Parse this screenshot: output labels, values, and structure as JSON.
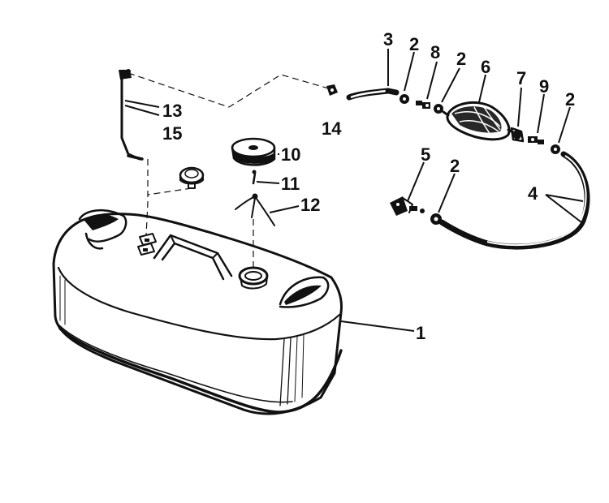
{
  "diagram": {
    "callouts": [
      {
        "id": "c1",
        "label": "1"
      },
      {
        "id": "c2a",
        "label": "2"
      },
      {
        "id": "c2b",
        "label": "2"
      },
      {
        "id": "c2c",
        "label": "2"
      },
      {
        "id": "c2d",
        "label": "2"
      },
      {
        "id": "c3",
        "label": "3"
      },
      {
        "id": "c4",
        "label": "4"
      },
      {
        "id": "c5",
        "label": "5"
      },
      {
        "id": "c6",
        "label": "6"
      },
      {
        "id": "c7",
        "label": "7"
      },
      {
        "id": "c8",
        "label": "8"
      },
      {
        "id": "c9",
        "label": "9"
      },
      {
        "id": "c10",
        "label": "10"
      },
      {
        "id": "c11",
        "label": "11"
      },
      {
        "id": "c12",
        "label": "12"
      },
      {
        "id": "c13",
        "label": "13"
      },
      {
        "id": "c14",
        "label": "14"
      },
      {
        "id": "c15",
        "label": "15"
      }
    ]
  }
}
